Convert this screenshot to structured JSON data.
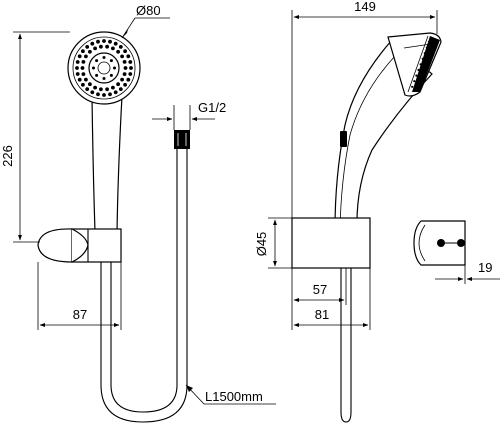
{
  "dimensions": {
    "head_diameter": "Ø80",
    "height_total": "226",
    "connection_thread": "G1/2",
    "depth_total": "149",
    "holder_diameter": "Ø45",
    "holder_offset_57": "57",
    "holder_offset_81": "81",
    "holder_offset_87": "87",
    "hose_length": "L1500mm",
    "bracket_width": "19"
  },
  "colors": {
    "line": "#000000",
    "background": "#ffffff"
  }
}
